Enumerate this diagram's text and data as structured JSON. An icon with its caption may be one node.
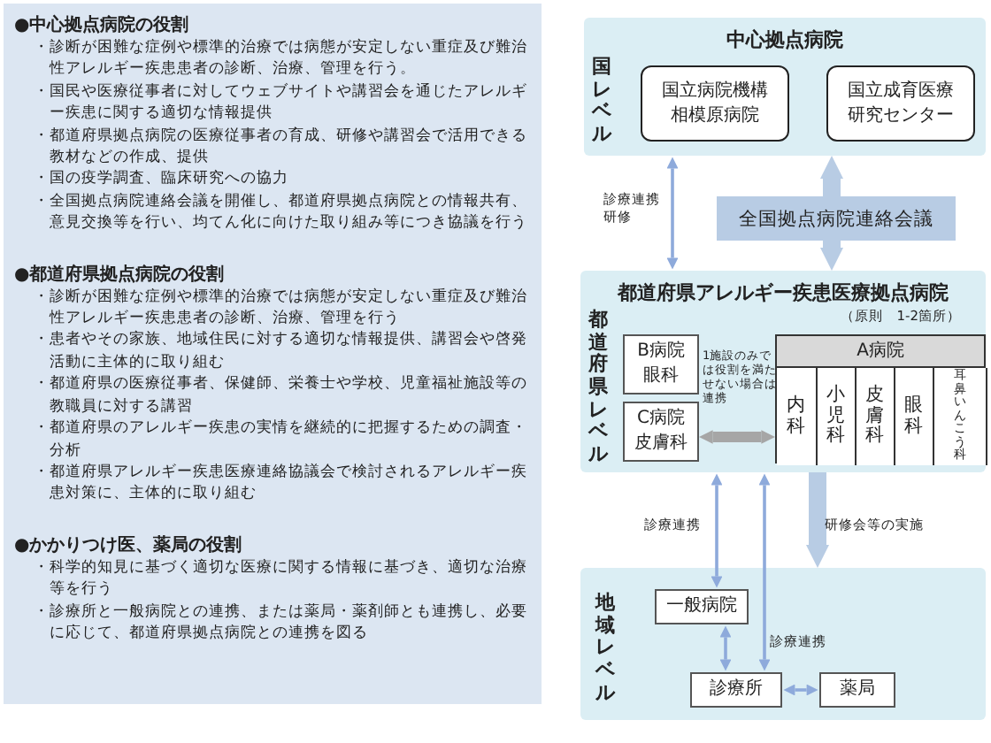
{
  "diagram": {
    "nodes": [
      {
        "text": [
          "●中心拠点病院の役割",
          "・診断が困難な症例や標準的治療では病態が安定しない重症及び難治性アレルギー疾患患者の診断、治療、管理を行う。",
          "・国民や医療従事者に対してウェブサイトや講習会を通じたアレルギー疾患に関する適切な情報提供",
          "・都道府県拠点病院の医療従事者の育成、研修や講習会で活用できる教材などの作成、提供",
          "・国の疫学調査、臨床研究への協力",
          "・全国拠点病院連絡会議を開催し、都道府県拠点病院との情報共有、意見交換等を行い、均てん化に向けた取り組み等につき協議を行う",
          "●都道府県拠点病院の役割",
          "・診断が困難な症例や標準的治療では病態が安定しない重症及び難治性アレルギー疾患患者の診断、治療、管理を行う",
          "・患者やその家族、地域住民に対する適切な情報提供、講習会や啓発活動に主体的に取り組む",
          "・都道府県の医療従事者、保健師、栄養士や学校、児童福祉施設等の教職員に対する講習",
          "・都道府県のアレルギー疾患の実情を継続的に把握するための調査・分析",
          "・都道府県アレルギー疾患医療連絡協議会で検討されるアレルギー疾患対策に、主体的に取り組む",
          "●かかりつけ医、薬局の役割",
          "・科学的知見に基づく適切な医療に関する情報に基づき、適切な治療等を行う",
          "・診療所と一般病院との連携、または薬局・薬剤師とも連携し、必要に応じて、都道府県拠点病院との連携を図る"
        ]
      },
      {
        "text": [
          "中心拠点病院",
          "国レベル"
        ]
      },
      {
        "text": [
          "国立病院機構相模原病院"
        ],
        "in": 1
      },
      {
        "text": [
          "国立成育医療研究センター"
        ],
        "in": 1
      },
      {
        "text": [
          "全国拠点病院連絡会議"
        ]
      },
      {
        "text": [
          "都道府県アレルギー疾患医療拠点病院",
          "都道府県レベル",
          "（原則　1-2箇所）"
        ]
      },
      {
        "text": [
          "B病院",
          "眼科"
        ],
        "in": 5
      },
      {
        "text": [
          "C病院",
          "皮膚科"
        ],
        "in": 5
      },
      {
        "text": [
          "A病院"
        ],
        "in": 5
      },
      {
        "text": [
          "内科"
        ],
        "in": 8
      },
      {
        "text": [
          "小児科"
        ],
        "in": 8
      },
      {
        "text": [
          "皮膚科"
        ],
        "in": 8
      },
      {
        "text": [
          "眼科"
        ],
        "in": 8
      },
      {
        "text": [
          "耳鼻いんこう科"
        ],
        "in": 8
      },
      {
        "text": [
          "地域レベル"
        ]
      },
      {
        "text": [
          "一般病院"
        ],
        "in": 14
      },
      {
        "text": [
          "診療所"
        ],
        "in": 14
      },
      {
        "text": [
          "薬局"
        ],
        "in": 14
      }
    ],
    "edges": [
      {
        "from": 1,
        "to": 5,
        "arrow": "both",
        "label": "診療連携研修"
      },
      {
        "from": 4,
        "to": 1,
        "arrow": "to",
        "style": "thick",
        "color": "#b8cce4"
      },
      {
        "from": 4,
        "to": 5,
        "arrow": "to",
        "style": "thick",
        "color": "#b8cce4"
      },
      {
        "from": 7,
        "to": 8,
        "arrow": "both",
        "label": "1施設のみでは役割を満たせない場合は連携",
        "style": "thick",
        "color": "#a6a6a6"
      },
      {
        "from": 15,
        "to": 5,
        "arrow": "both",
        "label": "診療連携"
      },
      {
        "from": 16,
        "to": 5,
        "arrow": "both",
        "label": "診療連携"
      },
      {
        "from": 5,
        "to": 14,
        "arrow": "to",
        "label": "研修会等の実施",
        "style": "thick",
        "color": "#b8cce4"
      },
      {
        "from": 15,
        "to": 16,
        "arrow": "both"
      },
      {
        "from": 16,
        "to": 17,
        "arrow": "both"
      }
    ]
  }
}
